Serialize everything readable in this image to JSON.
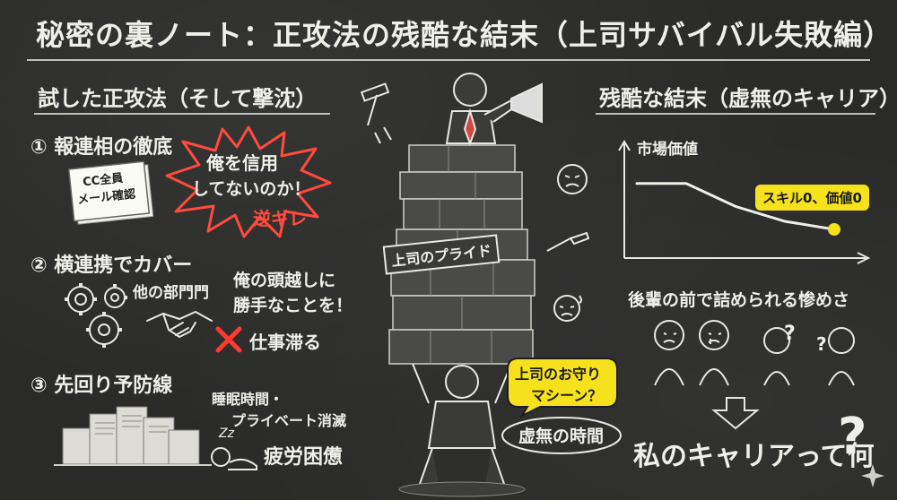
{
  "title": "秘密の裏ノート：正攻法の残酷な結末（上司サバイバル失敗編）",
  "left": {
    "heading": "試した正攻法（そして撃沈）",
    "item1": {
      "label": "① 報連相の徹底",
      "note_line1": "CC全員",
      "note_line2": "メール確認",
      "burst_line1": "俺を信用",
      "burst_line2": "してないのか！",
      "burst_tag": "逆ギレ"
    },
    "item2": {
      "label": "② 横連携でカバー",
      "dept": "他の部門門",
      "quote_line1": "俺の頭越しに",
      "quote_line2": "勝手なことを！",
      "result": "仕事滞る"
    },
    "item3": {
      "label": "③ 先回り予防線",
      "note_line1": "睡眠時間・",
      "note_line2": "プライベート消滅",
      "fatigue": "疲労困憊",
      "zzz": "Zz"
    }
  },
  "center": {
    "pride_label": "上司のプライド",
    "bubble_line1": "上司のお守り",
    "bubble_line2": "マシーン？",
    "void_label": "虚無の時間"
  },
  "right": {
    "heading": "残酷な結末（虚無のキャリア）",
    "chart_ylabel": "市場価値",
    "chart_callout": "スキル0、価値0",
    "scene_label": "後輩の前で詰められる惨めさ",
    "question_mark": "?",
    "conclusion": "私のキャリアって何"
  },
  "colors": {
    "board": "#2a2a29",
    "chalk": "#efefe9",
    "accent_red": "#ff4a3d",
    "highlight_yellow": "#f6e21c"
  },
  "chart_data": {
    "type": "line",
    "ylabel": "市場価値",
    "x": [
      0,
      1,
      2,
      3,
      4
    ],
    "values": [
      0.65,
      0.65,
      0.45,
      0.32,
      0.25
    ],
    "annotation": "スキル0、価値0"
  }
}
